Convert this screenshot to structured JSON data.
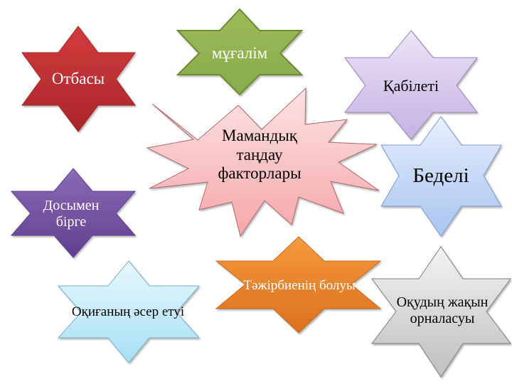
{
  "diagram": {
    "center": {
      "lines": [
        "Мамандық",
        "таңдау",
        "факторлары"
      ],
      "fill_top": "#fbe3e4",
      "fill_bottom": "#f7a6aa",
      "stroke": "#b06a70",
      "text_color": "#000000"
    },
    "nodes": [
      {
        "id": "family",
        "label": "Отбасы",
        "fill_top": "#d33b3e",
        "fill_bottom": "#a7262a",
        "stroke": "#a7262a",
        "text_color": "#ffffff"
      },
      {
        "id": "teacher",
        "label": "мұғалім",
        "fill_top": "#9bbb59",
        "fill_bottom": "#8aab4a",
        "stroke": "#6e8a36",
        "text_color": "#ffffff"
      },
      {
        "id": "ability",
        "label": "Қабілеті",
        "fill_top": "#ece4f6",
        "fill_bottom": "#c4b1e0",
        "stroke": "#9a88b8",
        "text_color": "#000000"
      },
      {
        "id": "prestige",
        "label": "Беделі",
        "fill_top": "#e6eefb",
        "fill_bottom": "#a9c4f0",
        "stroke": "#7f9ccc",
        "text_color": "#000000"
      },
      {
        "id": "friend",
        "label": "Досымен бірге",
        "fill_top": "#8a6bb8",
        "fill_bottom": "#5f3f8f",
        "stroke": "#5f3f8f",
        "text_color": "#ffffff"
      },
      {
        "id": "event",
        "label": "Оқиғаның әсер етуі",
        "fill_top": "#e8f7fc",
        "fill_bottom": "#a6e0f2",
        "stroke": "#7fb4c8",
        "text_color": "#000000"
      },
      {
        "id": "experience",
        "label": "Тәжірбиенің болуы",
        "fill_top": "#f79a3e",
        "fill_bottom": "#d9701f",
        "stroke": "#c86a22",
        "text_color": "#ffffff"
      },
      {
        "id": "location",
        "label": "Оқудың жақын орналасуы",
        "fill_top": "#f2f2f2",
        "fill_bottom": "#bfbfbf",
        "stroke": "#808080",
        "text_color": "#000000"
      }
    ]
  }
}
